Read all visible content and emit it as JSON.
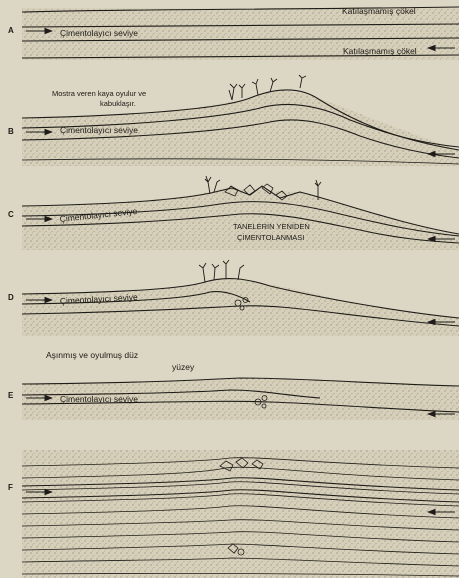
{
  "figure": {
    "panels": [
      {
        "id": "A",
        "letter": "A",
        "labels": {
          "top_unconsolidated": "Katılaşmamış çökel",
          "cement_level": "Çimentolayıcı seviye",
          "bottom_unconsolidated": "Katılaşmamış çökel"
        }
      },
      {
        "id": "B",
        "letter": "B",
        "labels": {
          "outcrop_line1": "Mostra veren kaya oyulur ve",
          "outcrop_line2": "kabuklaşır.",
          "cement_level": "Çimentolayıcı seviye"
        }
      },
      {
        "id": "C",
        "letter": "C",
        "labels": {
          "cement_level": "Çimentolayıcı seviye",
          "recement_line1": "TANELERİN YENİDEN",
          "recement_line2": "ÇİMENTOLANMASI"
        }
      },
      {
        "id": "D",
        "letter": "D",
        "labels": {
          "cement_level": "Çimentolayıcı seviye"
        }
      },
      {
        "id": "E",
        "letter": "E",
        "labels": {
          "surface_line1": "Aşınmış ve oyulmuş düz",
          "surface_line2": "yüzey",
          "cement_level": "Çimentolayıcı seviye"
        }
      },
      {
        "id": "F",
        "letter": "F",
        "labels": {}
      }
    ]
  }
}
